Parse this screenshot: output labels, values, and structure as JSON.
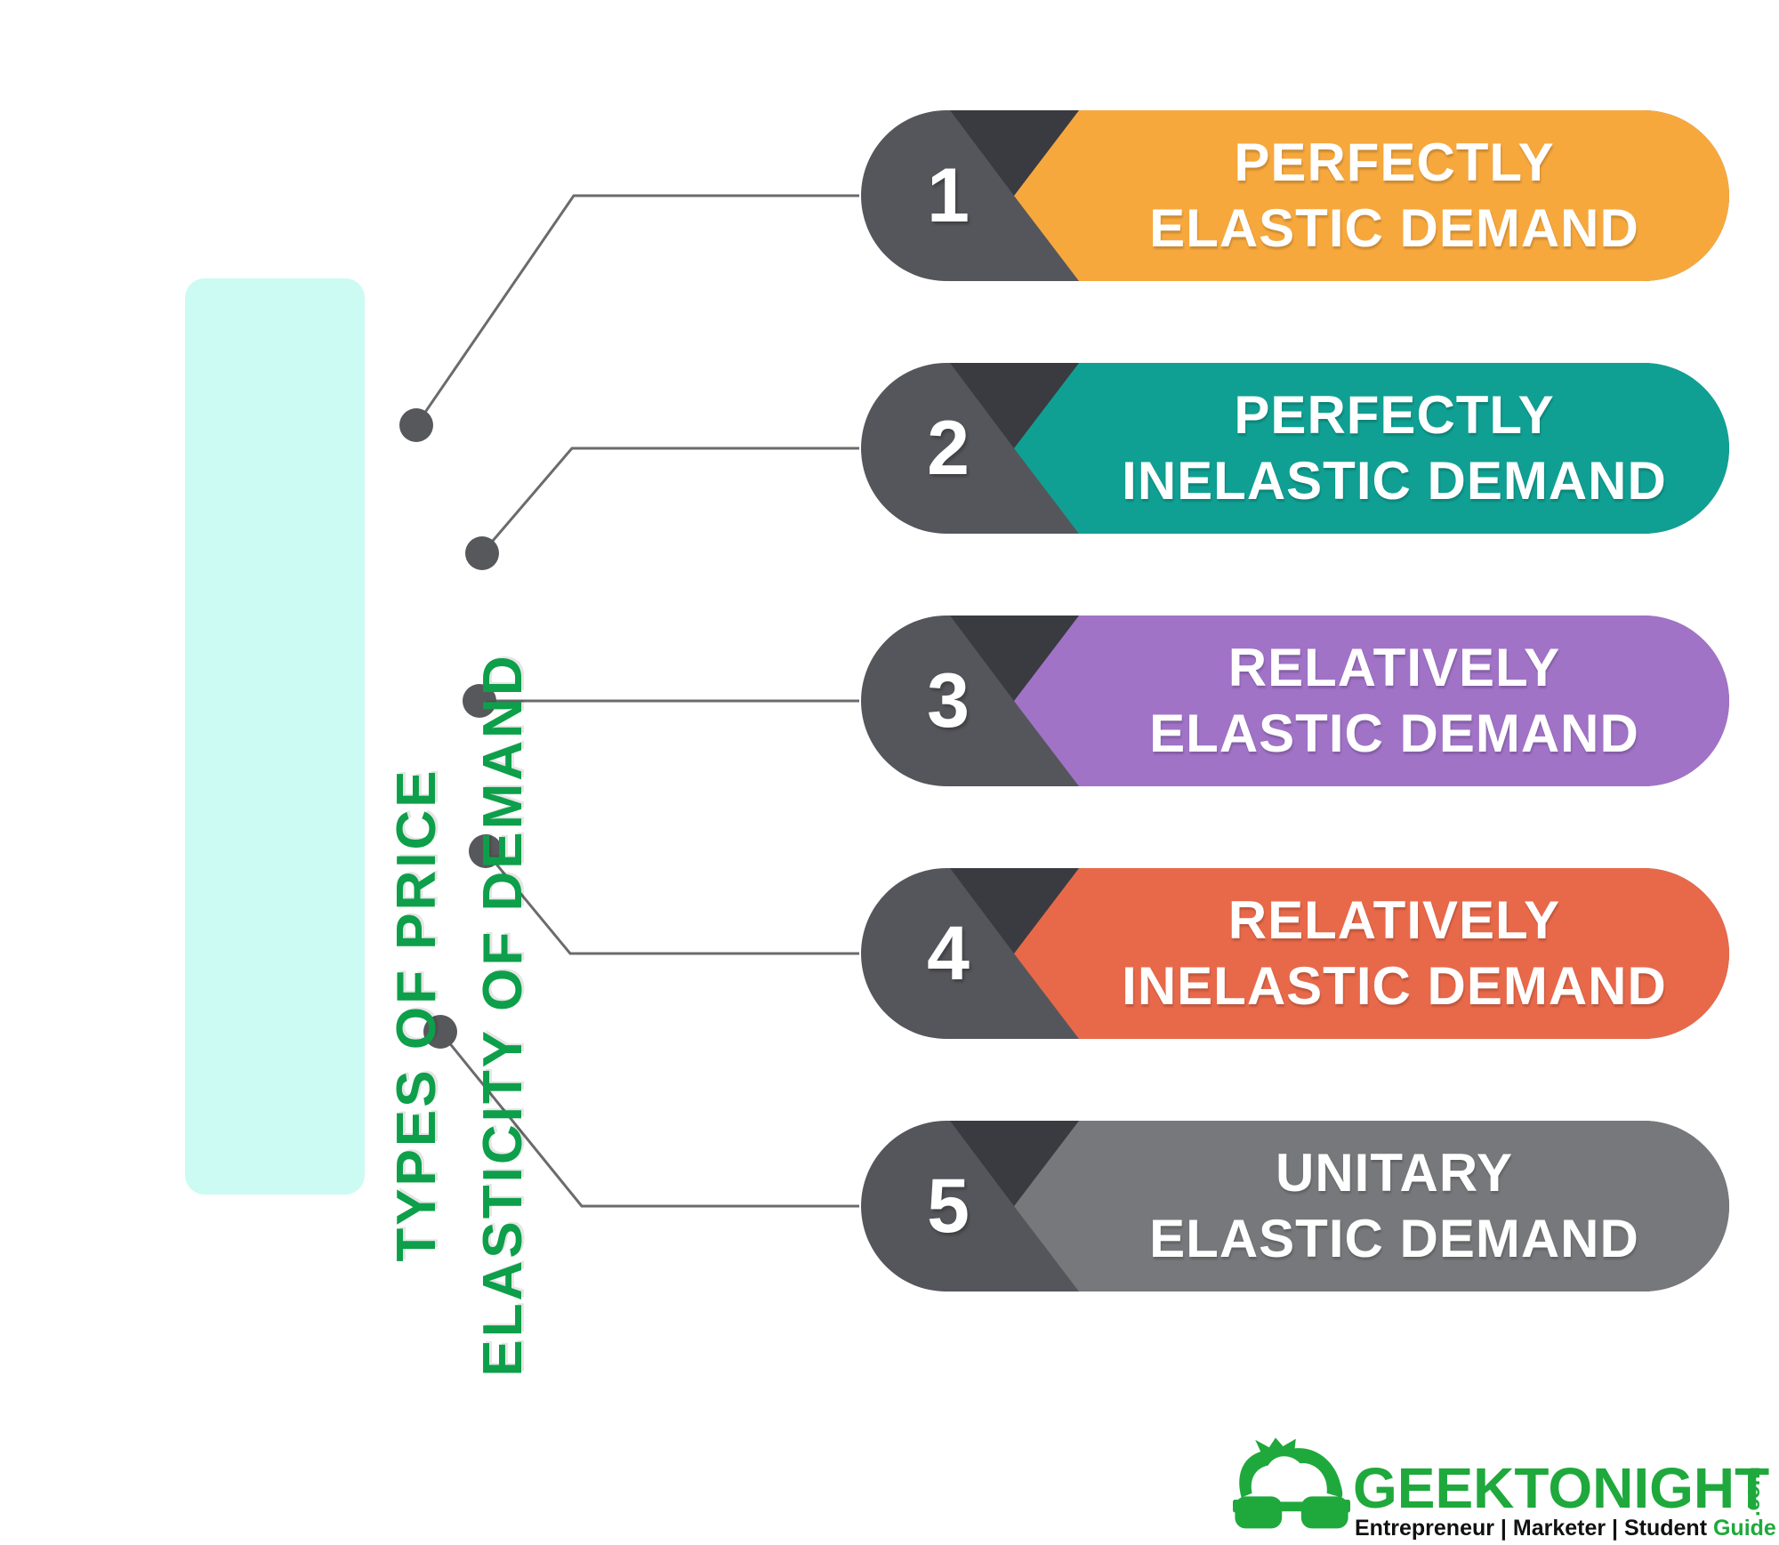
{
  "title": {
    "line1": "TYPES OF PRICE",
    "line2": "ELASTICITY OF DEMAND",
    "text_color": "#0D9F4A",
    "box_color": "#CBFBF2"
  },
  "items": [
    {
      "number": "1",
      "line1": "PERFECTLY",
      "line2": "ELASTIC DEMAND",
      "color": "#F7A83D"
    },
    {
      "number": "2",
      "line1": "PERFECTLY",
      "line2": "INELASTIC DEMAND",
      "color": "#10A093"
    },
    {
      "number": "3",
      "line1": "RELATIVELY",
      "line2": "ELASTIC DEMAND",
      "color": "#A173C7"
    },
    {
      "number": "4",
      "line1": "RELATIVELY",
      "line2": "INELASTIC DEMAND",
      "color": "#E8694A"
    },
    {
      "number": "5",
      "line1": "UNITARY",
      "line2": "ELASTIC DEMAND",
      "color": "#77787B"
    }
  ],
  "colors": {
    "pill_cap": "#55565B",
    "triangle": "#3A3B40",
    "connector_line": "#6A6B6D",
    "connector_dot": "#57585B"
  },
  "logo": {
    "brand": "GEEKTONIGHT",
    "tld": ".com",
    "tagline_black": "Entrepreneur | Marketer | Student",
    "tagline_green": "Guide",
    "green": "#1FA93C"
  }
}
